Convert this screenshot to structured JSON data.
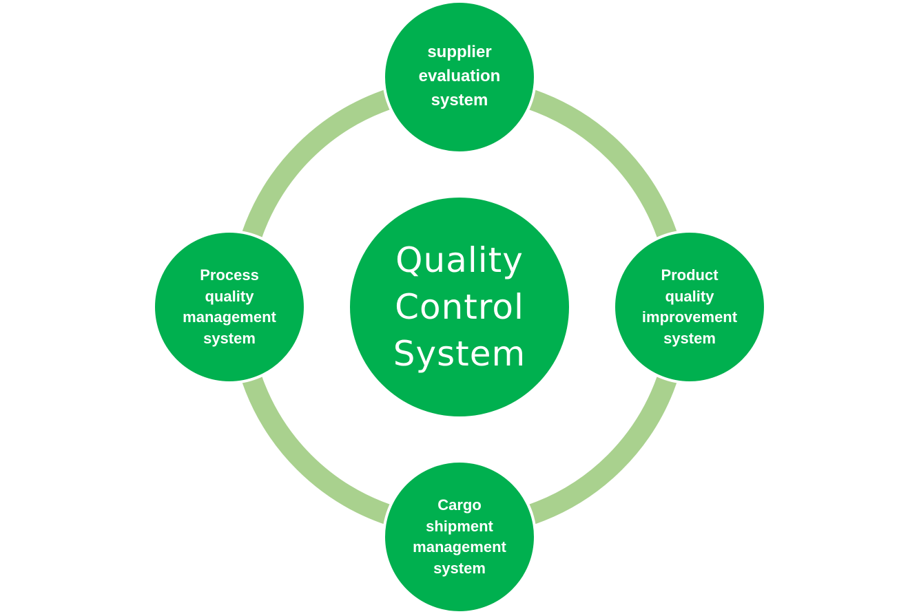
{
  "diagram": {
    "center": {
      "label": "Quality\nControl\nSystem"
    },
    "top": {
      "label": "supplier\nevaluation\nsystem"
    },
    "right": {
      "label": "Product\nquality\nimprovement\nsystem"
    },
    "bottom": {
      "label": "Cargo\nshipment\nmanagement\nsystem"
    },
    "left": {
      "label": "Process\nquality\nmanagement\nsystem"
    }
  },
  "colors": {
    "node_fill": "#00b04f",
    "ring": "#a9d18e",
    "text": "#ffffff",
    "background": "#ffffff"
  }
}
